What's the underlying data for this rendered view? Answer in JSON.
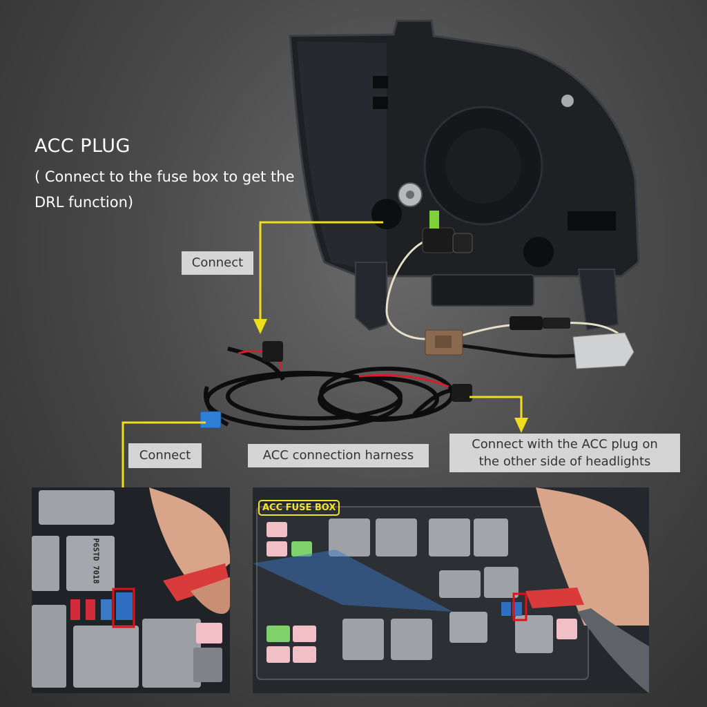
{
  "heading": {
    "title": "ACC PLUG",
    "subtitle": "( Connect to the fuse box to get the DRL function)"
  },
  "callouts": {
    "connect_top": "Connect",
    "connect_left": "Connect",
    "harness": "ACC connection harness",
    "other_side": "Connect with the ACC plug on the other side of headlights"
  },
  "fuse_box": {
    "label": "ACC FUSE BOX",
    "relay_code": "P6STD 7018"
  },
  "colors": {
    "arrow": "#f0de1c",
    "highlight_box": "#e0101a",
    "label_yellow": "#f5e52a",
    "callout_bg": "#e1e1e1"
  }
}
